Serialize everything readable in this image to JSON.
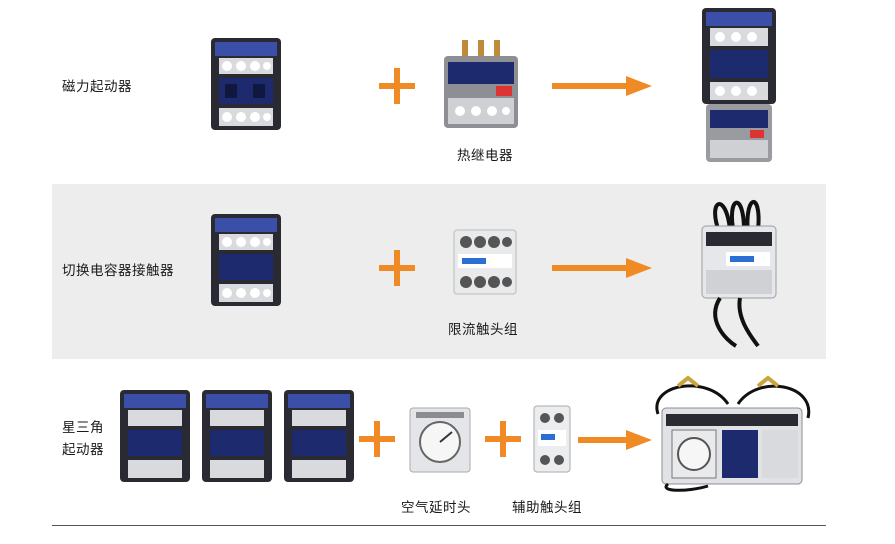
{
  "rows": [
    {
      "label": "磁力起动器",
      "caption": "热继电器"
    },
    {
      "label": "切换电容器接触器",
      "caption": "限流触头组"
    },
    {
      "label_lines": [
        "星三角",
        "起动器"
      ],
      "captions": [
        "空气延时头",
        "辅助触头组"
      ]
    }
  ],
  "colors": {
    "accent": "#f08a24",
    "band": "#ededee",
    "contactor_blue": "#1e2a6e"
  }
}
